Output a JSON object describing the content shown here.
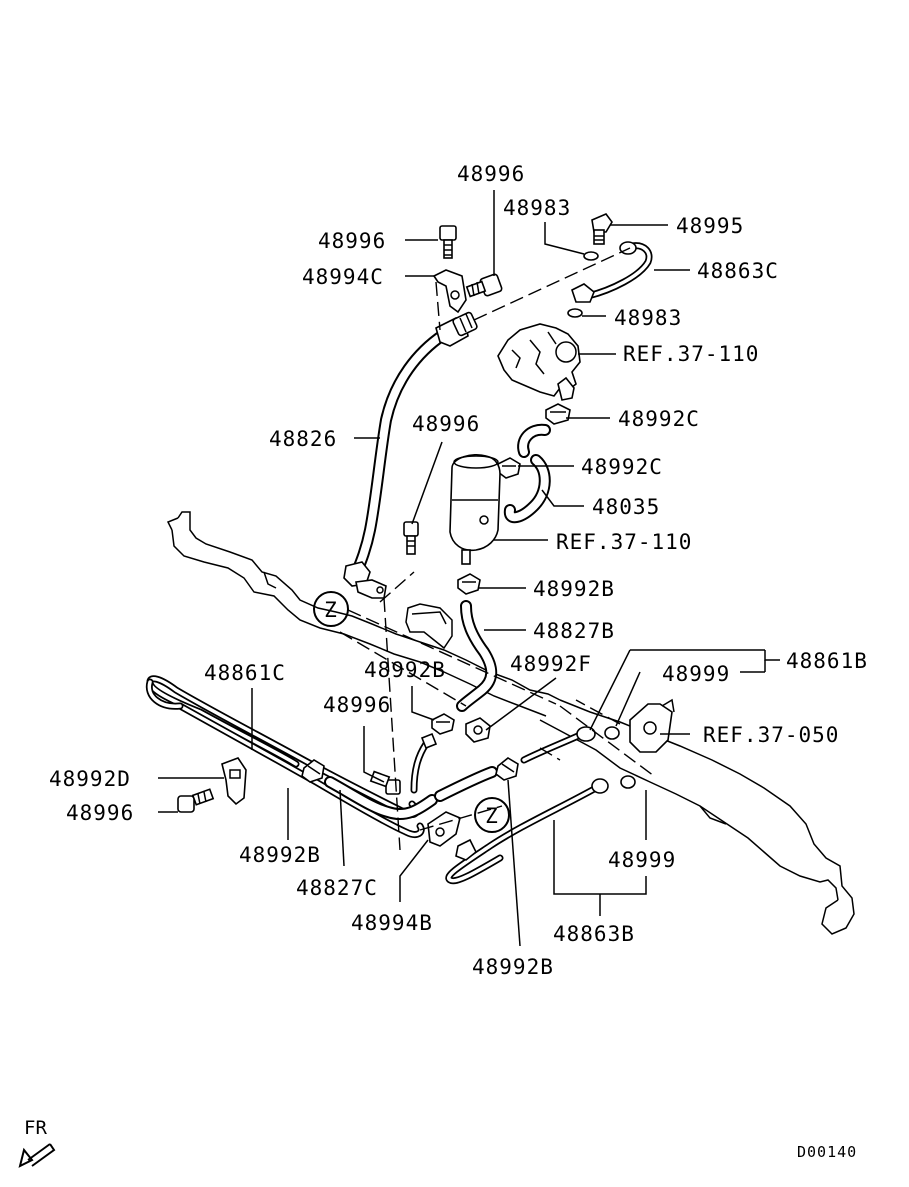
{
  "labels": {
    "l_48996_top": "48996",
    "l_48983_top": "48983",
    "l_48995": "48995",
    "l_48996_left": "48996",
    "l_48863C": "48863C",
    "l_48994C": "48994C",
    "l_48983_mid": "48983",
    "l_ref37110_a": "REF.37-110",
    "l_48826": "48826",
    "l_48992C_a": "48992C",
    "l_48996_mid": "48996",
    "l_48992C_b": "48992C",
    "l_48035": "48035",
    "l_ref37110_b": "REF.37-110",
    "l_48992B_a": "48992B",
    "l_48827B": "48827B",
    "l_48861C": "48861C",
    "l_48992B_b": "48992B",
    "l_48992F": "48992F",
    "l_48861B": "48861B",
    "l_48999_a": "48999",
    "l_48996_low": "48996",
    "l_ref37050": "REF.37-050",
    "l_48992D": "48992D",
    "l_48996_bottom": "48996",
    "l_48992B_c": "48992B",
    "l_48999_b": "48999",
    "l_48827C": "48827C",
    "l_48994B": "48994B",
    "l_48863B": "48863B",
    "l_48992B_d": "48992B"
  },
  "markers": {
    "z1": "Z",
    "z2": "Z"
  },
  "footer": {
    "fr": "FR",
    "code": "D00140"
  }
}
